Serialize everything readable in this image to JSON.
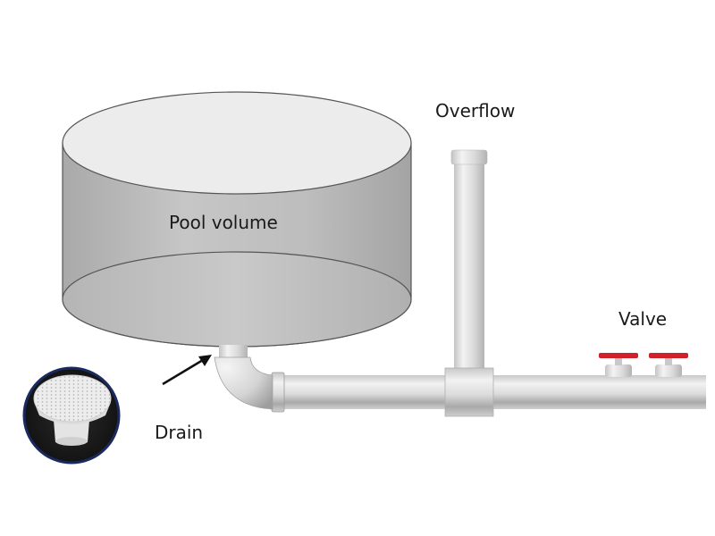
{
  "diagram": {
    "title": "",
    "labels": {
      "pool": "Pool volume",
      "overflow": "Overflow",
      "valve": "Valve",
      "drain": "Drain"
    },
    "components": [
      {
        "id": "pool",
        "name": "Pool volume",
        "shape": "cylinder"
      },
      {
        "id": "drain",
        "name": "Drain",
        "shape": "elbow-pipe with inset photo"
      },
      {
        "id": "overflow",
        "name": "Overflow",
        "shape": "vertical pipe via tee"
      },
      {
        "id": "valve-1",
        "name": "Valve",
        "shape": "red-handle valve"
      },
      {
        "id": "valve-2",
        "name": "Valve",
        "shape": "red-handle valve"
      }
    ],
    "connections": [
      {
        "from": "pool",
        "to": "drain"
      },
      {
        "from": "drain",
        "to": "overflow"
      },
      {
        "from": "overflow",
        "to": "valve-1"
      },
      {
        "from": "valve-1",
        "to": "valve-2"
      }
    ],
    "colors": {
      "pipe": "#d6d6d6",
      "pool_side": "#b3b3b3",
      "pool_top": "#ebebeb",
      "valve_handle": "#d0202a",
      "drain_photo_ring": "#1a2a5e"
    }
  }
}
